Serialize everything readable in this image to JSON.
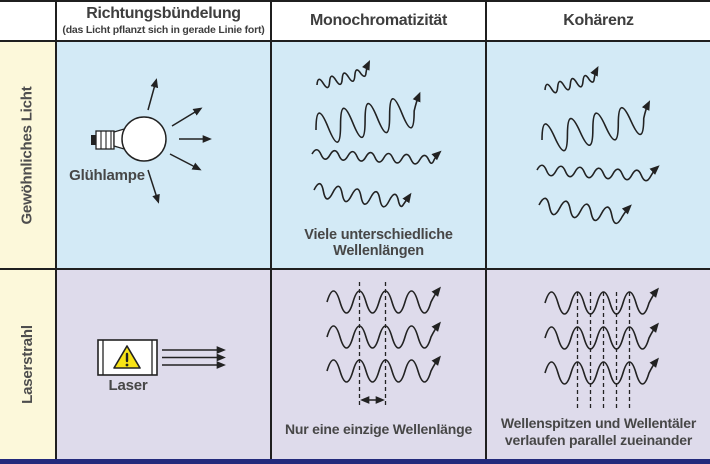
{
  "header": {
    "col1": {
      "title": "Richtungsbündelung",
      "subtitle": "(das Licht pflanzt sich in gerade Linie fort)"
    },
    "col2": {
      "title": "Monochromatizität"
    },
    "col3": {
      "title": "Kohärenz"
    }
  },
  "rows": [
    {
      "label": "Gewöhnliches Licht",
      "direction_caption": "Glühlampe",
      "mono_caption": "Viele unterschiedliche Wellenlängen"
    },
    {
      "label": "Laserstrahl",
      "direction_caption": "Laser",
      "mono_caption": "Nur eine einzige Wellenlänge",
      "coherence_caption": "Wellenspitzen und Wellentäler verlaufen parallel zueinander"
    }
  ],
  "icons": {
    "bulb": "lightbulb-icon",
    "warning": "warning-triangle-icon",
    "waves": "wave-icon",
    "wavelength_marker": "wavelength-dimension-icon"
  },
  "colors": {
    "row-ordinary-bg": "#d3eaf6",
    "row-laser-bg": "#dedbeb",
    "label-bg": "#fcf8da",
    "grid": "#1f1f1f",
    "bar": "#232a7c",
    "text": "#474747",
    "warning": "#f8e316"
  }
}
